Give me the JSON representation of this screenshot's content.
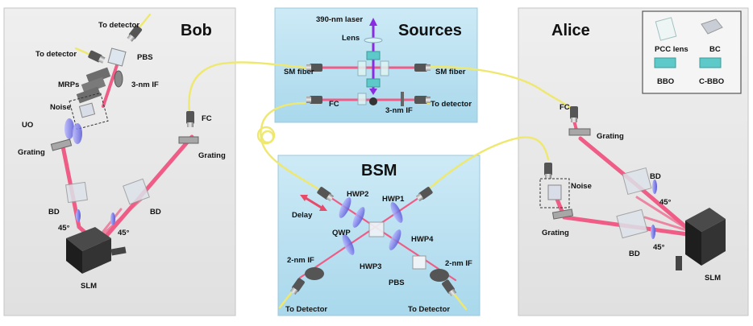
{
  "panels": {
    "bob": "Bob",
    "sources": "Sources",
    "bsm": "BSM",
    "alice": "Alice"
  },
  "labels": {
    "bob": {
      "to_detector_top": "To detector",
      "to_detector_left": "To detector",
      "pbs": "PBS",
      "mrps": "MRPs",
      "if_3nm": "3-nm IF",
      "noise": "Noise",
      "uo": "UO",
      "grating_left": "Grating",
      "fc": "FC",
      "grating_right": "Grating",
      "bd_left": "BD",
      "angle_a": "45°",
      "angle_b": "45°",
      "bd_right": "BD",
      "slm": "SLM"
    },
    "sources": {
      "laser": "390-nm laser",
      "lens": "Lens",
      "sm_fiber_left": "SM fiber",
      "sm_fiber_right": "SM fiber",
      "fc": "FC",
      "if_3nm": "3-nm IF",
      "to_detector": "To detector"
    },
    "bsm": {
      "hwp2": "HWP2",
      "hwp1": "HWP1",
      "delay": "Delay",
      "qwp": "QWP",
      "hwp4": "HWP4",
      "hwp3": "HWP3",
      "if_left": "2-nm IF",
      "if_right": "2-nm IF",
      "pbs": "PBS",
      "to_detector_left": "To Detector",
      "to_detector_right": "To Detector"
    },
    "alice": {
      "fc": "FC",
      "grating_top": "Grating",
      "bd_top": "BD",
      "noise": "Noise",
      "angle_a": "45°",
      "grating_bottom": "Grating",
      "bd_bottom": "BD",
      "angle_b": "45°",
      "slm": "SLM"
    }
  },
  "legend": {
    "pcc_lens": "PCC lens",
    "bc": "BC",
    "bbo": "BBO",
    "c_bbo": "C-BBO"
  },
  "colors": {
    "panel_gray": "#e8e8e8",
    "panel_blue": "#bfe3f2",
    "beam": "#ef5d86",
    "fiber": "#f2ec7a",
    "laser": "#8a2be2",
    "crystal": "#5ec9c9",
    "waveplate": "#7777e0"
  }
}
